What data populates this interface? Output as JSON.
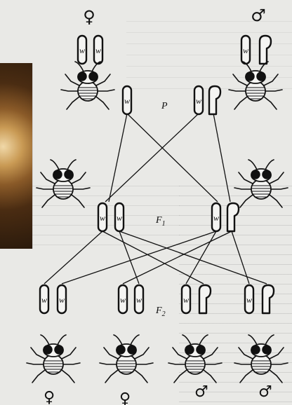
{
  "symbols": {
    "female": "♀",
    "male": "♂"
  },
  "allele_label": "w",
  "generations": {
    "p": "P",
    "f1": "F1",
    "f2": "F2"
  },
  "colors": {
    "ink": "#111111",
    "paper": "#e9e9e6"
  }
}
